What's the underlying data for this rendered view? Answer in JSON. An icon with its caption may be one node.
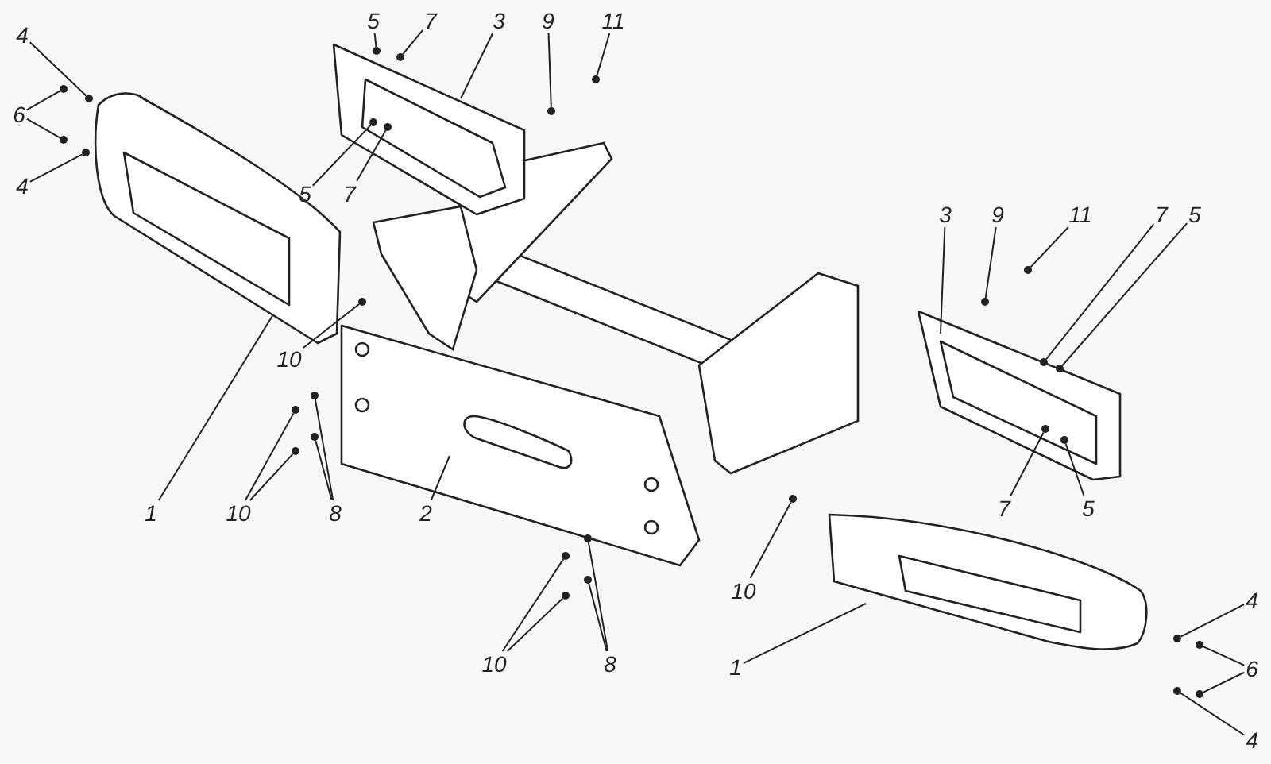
{
  "diagram": {
    "nodes": [
      {
        "text": [
          "4"
        ]
      },
      {
        "text": [
          "6"
        ]
      },
      {
        "text": [
          "4"
        ]
      },
      {
        "text": [
          "5"
        ]
      },
      {
        "text": [
          "7"
        ]
      },
      {
        "text": [
          "3"
        ]
      },
      {
        "text": [
          "9"
        ]
      },
      {
        "text": [
          "11"
        ]
      },
      {
        "text": [
          "5"
        ]
      },
      {
        "text": [
          "7"
        ]
      },
      {
        "text": [
          "3"
        ]
      },
      {
        "text": [
          "9"
        ]
      },
      {
        "text": [
          "11"
        ]
      },
      {
        "text": [
          "7"
        ]
      },
      {
        "text": [
          "5"
        ]
      },
      {
        "text": [
          "10"
        ]
      },
      {
        "text": [
          "7"
        ]
      },
      {
        "text": [
          "5"
        ]
      },
      {
        "text": [
          "1"
        ]
      },
      {
        "text": [
          "10"
        ]
      },
      {
        "text": [
          "8"
        ]
      },
      {
        "text": [
          "2"
        ]
      },
      {
        "text": [
          "10"
        ]
      },
      {
        "text": [
          "4"
        ]
      },
      {
        "text": [
          "1"
        ]
      },
      {
        "text": [
          "10"
        ]
      },
      {
        "text": [
          "8"
        ]
      },
      {
        "text": [
          "6"
        ]
      },
      {
        "text": [
          "4"
        ]
      },
      {
        "text": [],
        "shape": "picture"
      },
      {
        "text": [],
        "shape": "picture"
      },
      {
        "text": [],
        "shape": "picture"
      },
      {
        "text": [],
        "shape": "picture"
      },
      {
        "text": [],
        "shape": "picture"
      },
      {
        "text": [],
        "shape": "circle"
      },
      {
        "text": [],
        "shape": "circle"
      },
      {
        "text": [],
        "shape": "circle"
      },
      {
        "text": [],
        "shape": "circle"
      },
      {
        "text": [],
        "shape": "circle"
      },
      {
        "text": [],
        "shape": "circle"
      },
      {
        "text": [],
        "shape": "circle"
      },
      {
        "text": [],
        "shape": "circle"
      },
      {
        "text": [],
        "shape": "circle",
        "in": 30
      },
      {
        "text": [],
        "shape": "circle",
        "in": 30
      },
      {
        "text": [],
        "shape": "circle"
      },
      {
        "text": [],
        "shape": "circle"
      },
      {
        "text": [],
        "shape": "circle"
      },
      {
        "text": [],
        "shape": "circle"
      },
      {
        "text": [],
        "shape": "circle"
      },
      {
        "text": [],
        "shape": "circle",
        "in": 32
      },
      {
        "text": [],
        "shape": "circle",
        "in": 32
      },
      {
        "text": [],
        "shape": "circle"
      },
      {
        "text": [],
        "shape": "circle"
      },
      {
        "text": [],
        "shape": "circle"
      },
      {
        "text": [],
        "shape": "circle"
      },
      {
        "text": [],
        "shape": "circle"
      },
      {
        "text": [],
        "shape": "circle"
      },
      {
        "text": [],
        "shape": "circle"
      },
      {
        "text": [],
        "shape": "circle"
      },
      {
        "text": [],
        "shape": "circle"
      },
      {
        "text": [],
        "shape": "circle"
      },
      {
        "text": [],
        "shape": "circle"
      },
      {
        "text": [],
        "shape": "circle"
      },
      {
        "text": [],
        "shape": "circle"
      }
    ],
    "edges": [
      {
        "from": 0,
        "to": 34,
        "arrow": "none"
      },
      {
        "from": 1,
        "to": 35,
        "arrow": "none"
      },
      {
        "from": 1,
        "to": 36,
        "arrow": "none"
      },
      {
        "from": 2,
        "to": 37,
        "arrow": "none"
      },
      {
        "from": 3,
        "to": 38,
        "arrow": "none"
      },
      {
        "from": 4,
        "to": 39,
        "arrow": "none"
      },
      {
        "from": 5,
        "to": 30,
        "arrow": "none"
      },
      {
        "from": 6,
        "to": 40,
        "arrow": "none"
      },
      {
        "from": 7,
        "to": 41,
        "arrow": "none"
      },
      {
        "from": 8,
        "to": 42,
        "arrow": "none"
      },
      {
        "from": 9,
        "to": 43,
        "arrow": "none"
      },
      {
        "from": 10,
        "to": 32,
        "arrow": "none"
      },
      {
        "from": 11,
        "to": 44,
        "arrow": "none"
      },
      {
        "from": 12,
        "to": 45,
        "arrow": "none"
      },
      {
        "from": 13,
        "to": 46,
        "arrow": "none"
      },
      {
        "from": 14,
        "to": 47,
        "arrow": "none"
      },
      {
        "from": 15,
        "to": 48,
        "arrow": "none"
      },
      {
        "from": 16,
        "to": 49,
        "arrow": "none"
      },
      {
        "from": 17,
        "to": 50,
        "arrow": "none"
      },
      {
        "from": 18,
        "to": 29,
        "arrow": "none"
      },
      {
        "from": 19,
        "to": 51,
        "arrow": "none"
      },
      {
        "from": 19,
        "to": 52,
        "arrow": "none"
      },
      {
        "from": 20,
        "to": 53,
        "arrow": "none"
      },
      {
        "from": 20,
        "to": 54,
        "arrow": "none"
      },
      {
        "from": 21,
        "to": 31,
        "arrow": "none"
      },
      {
        "from": 22,
        "to": 55,
        "arrow": "none"
      },
      {
        "from": 23,
        "to": 56,
        "arrow": "none"
      },
      {
        "from": 24,
        "to": 33,
        "arrow": "none"
      },
      {
        "from": 25,
        "to": 57,
        "arrow": "none"
      },
      {
        "from": 25,
        "to": 58,
        "arrow": "none"
      },
      {
        "from": 26,
        "to": 59,
        "arrow": "none"
      },
      {
        "from": 26,
        "to": 60,
        "arrow": "none"
      },
      {
        "from": 27,
        "to": 61,
        "arrow": "none"
      },
      {
        "from": 27,
        "to": 62,
        "arrow": "none"
      },
      {
        "from": 28,
        "to": 63,
        "arrow": "none"
      }
    ]
  }
}
